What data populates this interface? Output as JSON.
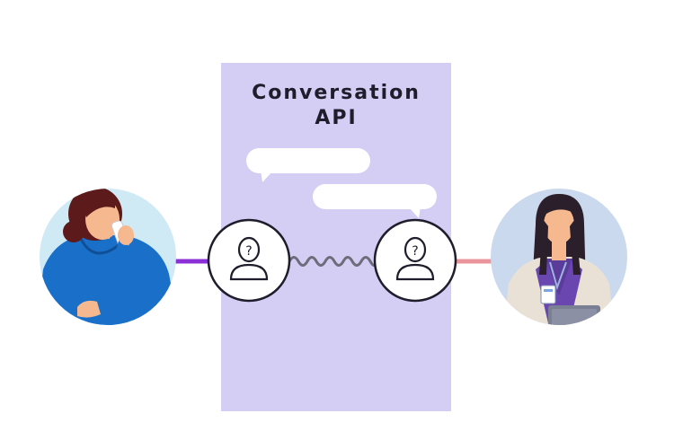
{
  "panel": {
    "title_line1": "Conversation",
    "title_line2": "API",
    "background": "#d4cdf4"
  },
  "links": {
    "caller_color": "#8b2fd6",
    "agent_color": "#e9959b",
    "wave_color": "#6e6b7a"
  },
  "caller": {
    "icon": "caller-on-phone-avatar",
    "circle_color": "#cfe9f5"
  },
  "agent": {
    "icon": "agent-with-badge-avatar",
    "circle_color": "#cbd9ee"
  },
  "participants": [
    {
      "icon": "unknown-person-icon"
    },
    {
      "icon": "unknown-person-icon"
    }
  ]
}
